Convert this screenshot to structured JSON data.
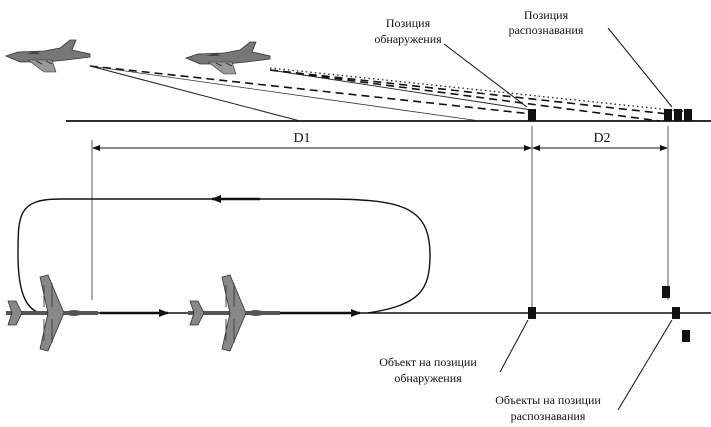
{
  "labels": {
    "detect_position_line1": "Позиция",
    "detect_position_line2": "обнаружения",
    "recog_position_line1": "Позиция",
    "recog_position_line2": "распознавания",
    "d1": "D1",
    "d2": "D2",
    "object_detect_line1": "Объект на позиции",
    "object_detect_line2": "обнаружения",
    "objects_recog_line1": "Объекты на позиции",
    "objects_recog_line2": "распознавания"
  }
}
